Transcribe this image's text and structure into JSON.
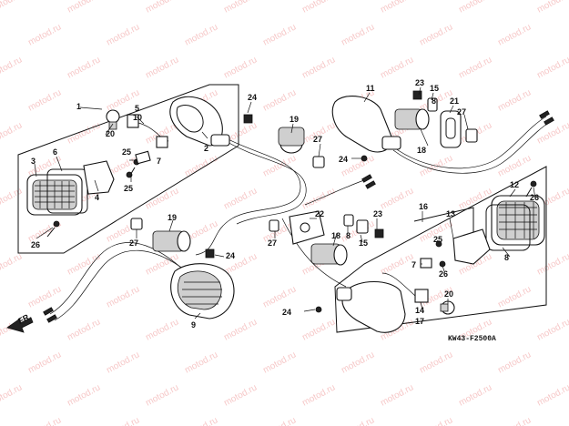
{
  "diagram": {
    "code": "KW43-F2500A",
    "direction": "FR.",
    "watermark": "motod.ru",
    "callouts": [
      {
        "id": "c1",
        "text": "1"
      },
      {
        "id": "c2",
        "text": "2"
      },
      {
        "id": "c3",
        "text": "3"
      },
      {
        "id": "c4",
        "text": "4"
      },
      {
        "id": "c5",
        "text": "5"
      },
      {
        "id": "c6",
        "text": "6"
      },
      {
        "id": "c7a",
        "text": "7"
      },
      {
        "id": "c7b",
        "text": "7"
      },
      {
        "id": "c8a",
        "text": "8"
      },
      {
        "id": "c8b",
        "text": "8"
      },
      {
        "id": "c8c",
        "text": "8"
      },
      {
        "id": "c9",
        "text": "9"
      },
      {
        "id": "c10",
        "text": "10"
      },
      {
        "id": "c11",
        "text": "11"
      },
      {
        "id": "c12",
        "text": "12"
      },
      {
        "id": "c13",
        "text": "13"
      },
      {
        "id": "c14",
        "text": "14"
      },
      {
        "id": "c15a",
        "text": "15"
      },
      {
        "id": "c15b",
        "text": "15"
      },
      {
        "id": "c16",
        "text": "16"
      },
      {
        "id": "c17",
        "text": "17"
      },
      {
        "id": "c18a",
        "text": "18"
      },
      {
        "id": "c18b",
        "text": "18"
      },
      {
        "id": "c19a",
        "text": "19"
      },
      {
        "id": "c19b",
        "text": "19"
      },
      {
        "id": "c20a",
        "text": "20"
      },
      {
        "id": "c20b",
        "text": "20"
      },
      {
        "id": "c21",
        "text": "21"
      },
      {
        "id": "c22",
        "text": "22"
      },
      {
        "id": "c23a",
        "text": "23"
      },
      {
        "id": "c23b",
        "text": "23"
      },
      {
        "id": "c24a",
        "text": "24"
      },
      {
        "id": "c24b",
        "text": "24"
      },
      {
        "id": "c24c",
        "text": "24"
      },
      {
        "id": "c24d",
        "text": "24"
      },
      {
        "id": "c25a",
        "text": "25"
      },
      {
        "id": "c25b",
        "text": "25"
      },
      {
        "id": "c25c",
        "text": "25"
      },
      {
        "id": "c26a",
        "text": "26"
      },
      {
        "id": "c26b",
        "text": "26"
      },
      {
        "id": "c26c",
        "text": "26"
      },
      {
        "id": "c27a",
        "text": "27"
      },
      {
        "id": "c27b",
        "text": "27"
      },
      {
        "id": "c27c",
        "text": "27"
      },
      {
        "id": "c27d",
        "text": "27"
      }
    ]
  }
}
